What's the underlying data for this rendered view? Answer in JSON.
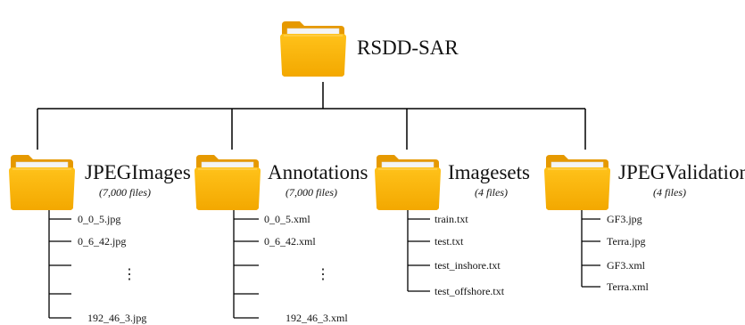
{
  "root": {
    "label": "RSDD-SAR",
    "icon": "folder-icon"
  },
  "folder_colors": {
    "front": "#fbb400",
    "back": "#e79a00",
    "tab": "#f2b300",
    "paper": "#f5f5f5"
  },
  "folders": [
    {
      "label": "JPEGImages",
      "count": "(7,000 files)",
      "files": [
        "0_0_5.jpg",
        "0_6_42.jpg",
        "192_46_3.jpg"
      ],
      "ellipsis": "⋮"
    },
    {
      "label": "Annotations",
      "count": "(7,000 files)",
      "files": [
        "0_0_5.xml",
        "0_6_42.xml",
        "192_46_3.xml"
      ],
      "ellipsis": "⋮"
    },
    {
      "label": "Imagesets",
      "count": "(4 files)",
      "files": [
        "train.txt",
        "test.txt",
        "test_inshore.txt",
        "test_offshore.txt"
      ]
    },
    {
      "label": "JPEGValidation",
      "count": "(4 files)",
      "files": [
        "GF3.jpg",
        "Terra.jpg",
        "GF3.xml",
        "Terra.xml"
      ]
    }
  ]
}
